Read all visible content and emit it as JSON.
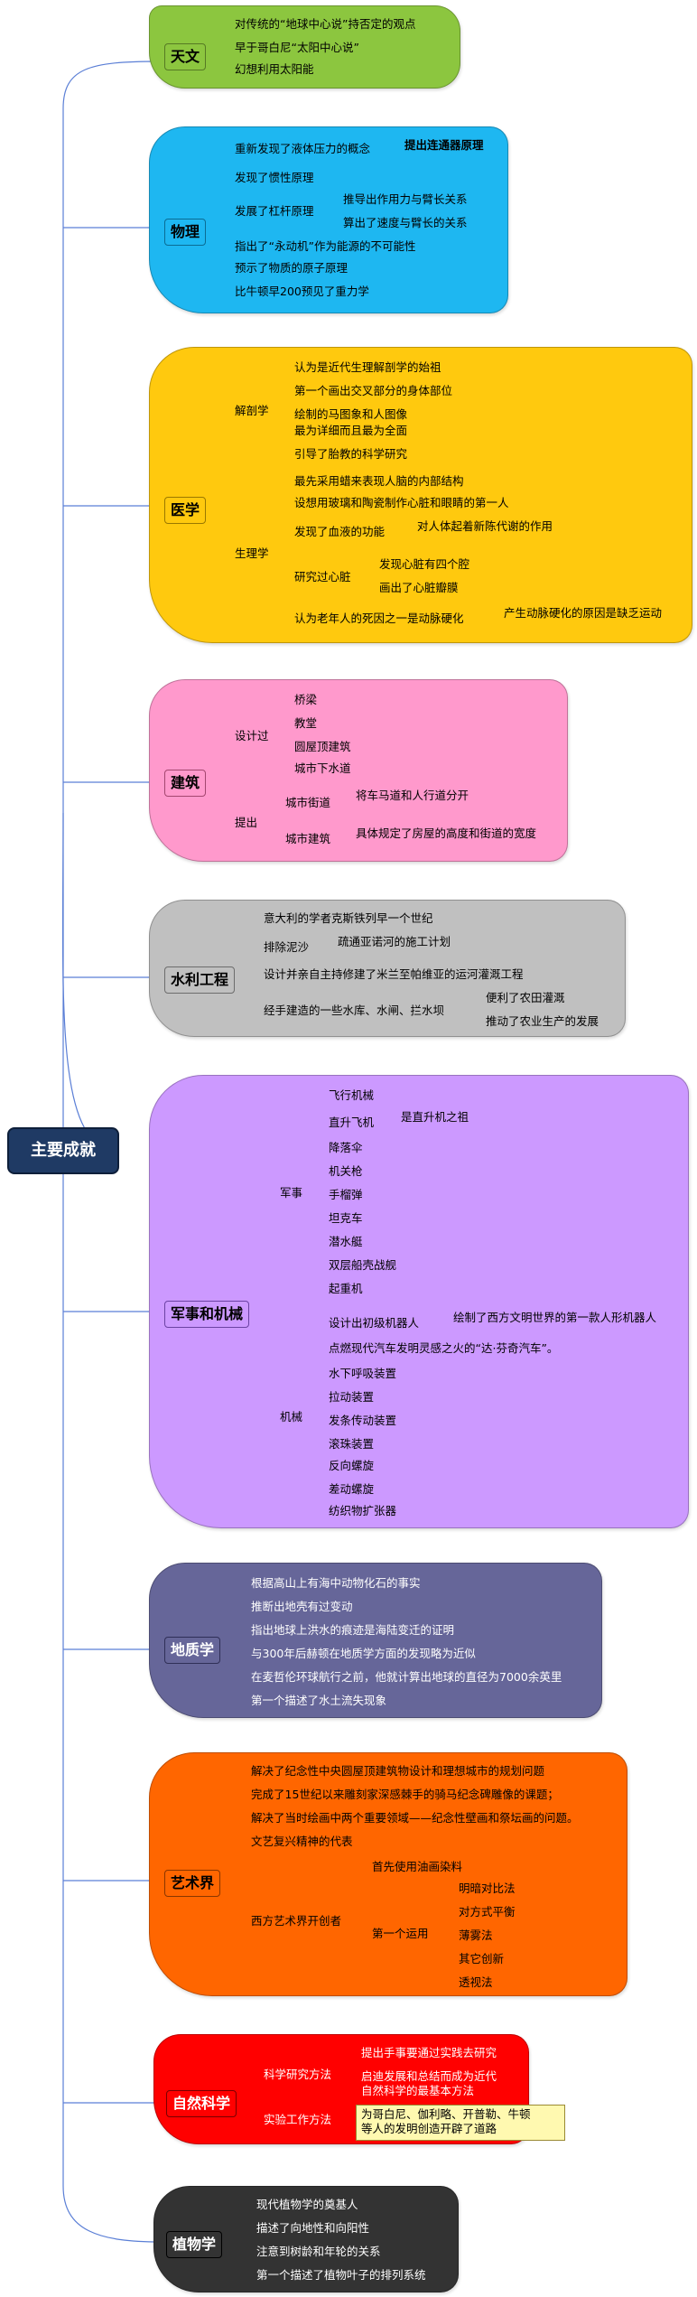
{
  "root": "主要成就",
  "colors": {
    "root": "#1f3a64",
    "astronomy": "#8cc63f",
    "physics": "#1eb7f1",
    "medicine": "#ffc90e",
    "architecture": "#ff99cc",
    "hydraulic": "#c0c0c0",
    "military": "#cc99ff",
    "geology": "#666699",
    "arts": "#ff6600",
    "science": "#ff0000",
    "botany": "#333333",
    "line": "#5b7fd6"
  },
  "astronomy": {
    "name": "天文",
    "items": [
      "对传统的“地球中心说”持否定的观点",
      "早于哥白尼“太阳中心说”",
      "幻想利用太阳能"
    ]
  },
  "physics": {
    "name": "物理",
    "i1": "重新发现了液体压力的概念",
    "i1_sub": "提出连通器原理",
    "i2": "发现了惯性原理",
    "i3": "发展了杠杆原理",
    "i3_sub1": "推导出作用力与臂长关系",
    "i3_sub2": "算出了速度与臂长的关系",
    "i4": "指出了“永动机”作为能源的不可能性",
    "i5": "预示了物质的原子原理",
    "i6": "比牛顿早200预见了重力学"
  },
  "medicine": {
    "name": "医学",
    "anatomy": "解剖学",
    "physiology": "生理学",
    "a1": "认为是近代生理解剖学的始祖",
    "a2": "第一个画出交叉部分的身体部位",
    "a3": "绘制的马图象和人图像",
    "a4": "最为详细而且最为全面",
    "a5": "引导了胎教的科学研究",
    "p1": "最先采用蜡来表现人脑的内部结构",
    "p2": "设想用玻璃和陶瓷制作心脏和眼睛的第一人",
    "p3": "发现了血液的功能",
    "p3_sub": "对人体起着新陈代谢的作用",
    "p4": "研究过心脏",
    "p4_sub1": "发现心脏有四个腔",
    "p4_sub2": "画出了心脏瓣膜",
    "p5": "认为老年人的死因之一是动脉硬化",
    "p5_sub": "产生动脉硬化的原因是缺乏运动"
  },
  "architecture": {
    "name": "建筑",
    "designed": "设计过",
    "proposed": "提出",
    "d1": "桥梁",
    "d2": "教堂",
    "d3": "圆屋顶建筑",
    "d4": "城市下水道",
    "s1": "城市街道",
    "s1_sub": "将车马道和人行道分开",
    "s2": "城市建筑",
    "s2_sub": "具体规定了房屋的高度和街道的宽度"
  },
  "hydraulic": {
    "name": "水利工程",
    "h1": "意大利的学者克斯铁列早一个世纪",
    "h2": "排除泥沙",
    "h2_sub": "疏通亚诺河的施工计划",
    "h3": "设计并亲自主持修建了米兰至帕维亚的运河灌溉工程",
    "h4": "经手建造的一些水库、水闸、拦水坝",
    "h4_sub1": "便利了农田灌溉",
    "h4_sub2": "推动了农业生产的发展"
  },
  "military": {
    "name": "军事和机械",
    "mil": "军事",
    "mech": "机械",
    "m1": "飞行机械",
    "m2": "直升飞机",
    "m2_sub": "是直升机之祖",
    "m3": "降落伞",
    "m4": "机关枪",
    "m5": "手榴弹",
    "m6": "坦克车",
    "m7": "潜水艇",
    "m8": "双层船壳战舰",
    "m9": "起重机",
    "k1": "设计出初级机器人",
    "k1_sub": "绘制了西方文明世界的第一款人形机器人",
    "k2": "点燃现代汽车发明灵感之火的“达·芬奇汽车”。",
    "k3": "水下呼吸装置",
    "k4": "拉动装置",
    "k5": "发条传动装置",
    "k6": "滚珠装置",
    "k7": "反向螺旋",
    "k8": "差动螺旋",
    "k9": "纺织物扩张器"
  },
  "geology": {
    "name": "地质学",
    "g1": "根据高山上有海中动物化石的事实",
    "g2": "推断出地壳有过变动",
    "g3": "指出地球上洪水的痕迹是海陆变迁的证明",
    "g4": "与300年后赫顿在地质学方面的发现略为近似",
    "g5": "在麦哲伦环球航行之前，他就计算出地球的直径为7000余英里",
    "g6": "第一个描述了水土流失现象"
  },
  "arts": {
    "name": "艺术界",
    "r1": "解决了纪念性中央圆屋顶建筑物设计和理想城市的规划问题",
    "r2": "完成了15世纪以来雕刻家深感棘手的骑马纪念碑雕像的课题；",
    "r3": "解决了当时绘画中两个重要领域——纪念性壁画和祭坛画的问题。",
    "r4": "文艺复兴精神的代表",
    "founder": "西方艺术界开创者",
    "f1": "首先使用油画染料",
    "f2": "第一个运用",
    "t1": "明暗对比法",
    "t2": "对方式平衡",
    "t3": "薄雾法",
    "t4": "其它创新",
    "t5": "透视法"
  },
  "science": {
    "name": "自然科学",
    "method1": "科学研究方法",
    "method2": "实验工作方法",
    "s1": "提出手事要通过实践去研究",
    "s2": "启迪发展和总结而成为近代",
    "s3": "自然科学的最基本方法",
    "s4a": "为哥白尼、伽利略、开普勒、牛顿",
    "s4b": "等人的发明创造开辟了道路"
  },
  "botany": {
    "name": "植物学",
    "b1": "现代植物学的奠基人",
    "b2": "描述了向地性和向阳性",
    "b3": "注意到树龄和年轮的关系",
    "b4": "第一个描述了植物叶子的排列系统"
  }
}
